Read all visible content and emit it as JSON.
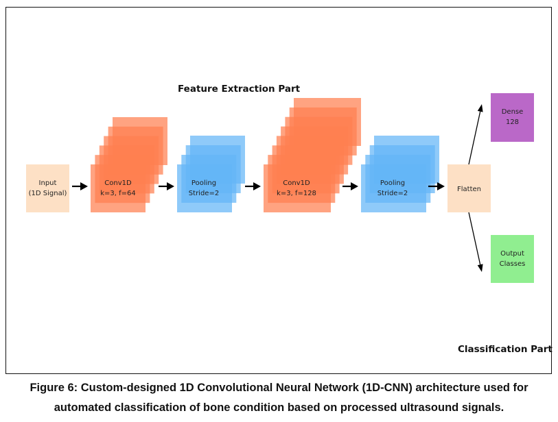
{
  "diagram": {
    "titles": {
      "feature_extraction": "Feature Extraction Part",
      "classification": "Classification Part"
    },
    "colors": {
      "input": "#fde0c5",
      "conv": "#ff7f50",
      "pool": "#64b5f6",
      "flatten": "#fde0c5",
      "dense": "#ba68c8",
      "output": "#90ee90",
      "arrow": "#000000"
    },
    "nodes": [
      {
        "id": "input",
        "line1": "Input",
        "line2": "(1D Signal)"
      },
      {
        "id": "conv1",
        "line1": "Conv1D",
        "line2": "k=3, f=64"
      },
      {
        "id": "pool1",
        "line1": "Pooling",
        "line2": "Stride=2"
      },
      {
        "id": "conv2",
        "line1": "Conv1D",
        "line2": "k=3, f=128"
      },
      {
        "id": "pool2",
        "line1": "Pooling",
        "line2": "Stride=2"
      },
      {
        "id": "flatten",
        "line1": "Flatten",
        "line2": ""
      },
      {
        "id": "dense",
        "line1": "Dense",
        "line2": "128"
      },
      {
        "id": "output",
        "line1": "Output",
        "line2": "Classes"
      }
    ],
    "edges": [
      [
        "input",
        "conv1"
      ],
      [
        "conv1",
        "pool1"
      ],
      [
        "pool1",
        "conv2"
      ],
      [
        "conv2",
        "pool2"
      ],
      [
        "pool2",
        "flatten"
      ],
      [
        "flatten",
        "dense"
      ],
      [
        "flatten",
        "output"
      ]
    ]
  },
  "caption": {
    "line1": "Figure 6: Custom-designed 1D Convolutional Neural Network (1D-CNN) architecture used for",
    "line2": "automated classification of bone condition based on processed ultrasound signals."
  }
}
